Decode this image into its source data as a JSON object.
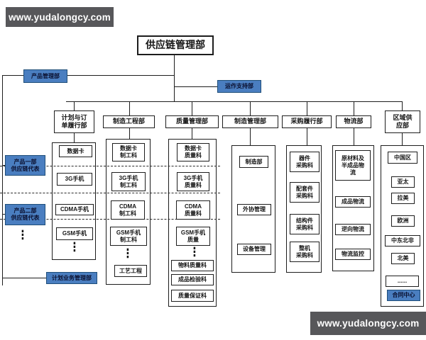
{
  "watermark": {
    "top": "www.yudalongcy.com",
    "bottom": "www.yudalongcy.com"
  },
  "colors": {
    "accent_blue": "#4a7ec0",
    "blue_border": "#1f4e79",
    "watermark_bg": "#57575a",
    "line": "#1d1d1d",
    "background": "#ffffff"
  },
  "root": {
    "title": "供应链管理部"
  },
  "side": {
    "product_mgmt": "产品管理部",
    "ops_support": "运作支持部",
    "product_dept1_rep": "产品一部\n供应链代表",
    "product_dept2_rep": "产品二部\n供应链代表",
    "planning_biz_mgmt": "计划业务管理部",
    "ellipsis_v": "⋮"
  },
  "columns": [
    {
      "header": "计划与订\n单履行部",
      "items": [
        "数据卡",
        "3G手机",
        "CDMA手机",
        "GSM手机"
      ],
      "ellipsis": "⋮"
    },
    {
      "header": "制造工程部",
      "items": [
        "数据卡\n制工科",
        "3G手机\n制工科",
        "CDMA\n制工科",
        "GSM手机\n制工科",
        "工艺工程"
      ],
      "ellipsis": "⋮"
    },
    {
      "header": "质量管理部",
      "items": [
        "数据卡\n质量科",
        "3G手机\n质量科",
        "CDMA\n质量科",
        "GSM手机\n质量",
        "物料质量科",
        "成品检验科",
        "质量保证科"
      ],
      "ellipsis": "⋮"
    },
    {
      "header": "制造管理部",
      "items": [
        "制造部",
        "外协管理",
        "设备管理"
      ]
    },
    {
      "header": "采购履行部",
      "items": [
        "器件\n采购科",
        "配套件\n采购科",
        "结构件\n采购科",
        "整机\n采购科"
      ]
    },
    {
      "header": "物流部",
      "items": [
        "原材料及\n半成品物\n流",
        "成品物流",
        "逆向物流",
        "物流监控"
      ]
    },
    {
      "header": "区域供\n应部",
      "items": [
        "中国区",
        "亚太",
        "拉美",
        "欧洲",
        "中东北非",
        "北美",
        "......",
        "合同中心"
      ]
    }
  ]
}
